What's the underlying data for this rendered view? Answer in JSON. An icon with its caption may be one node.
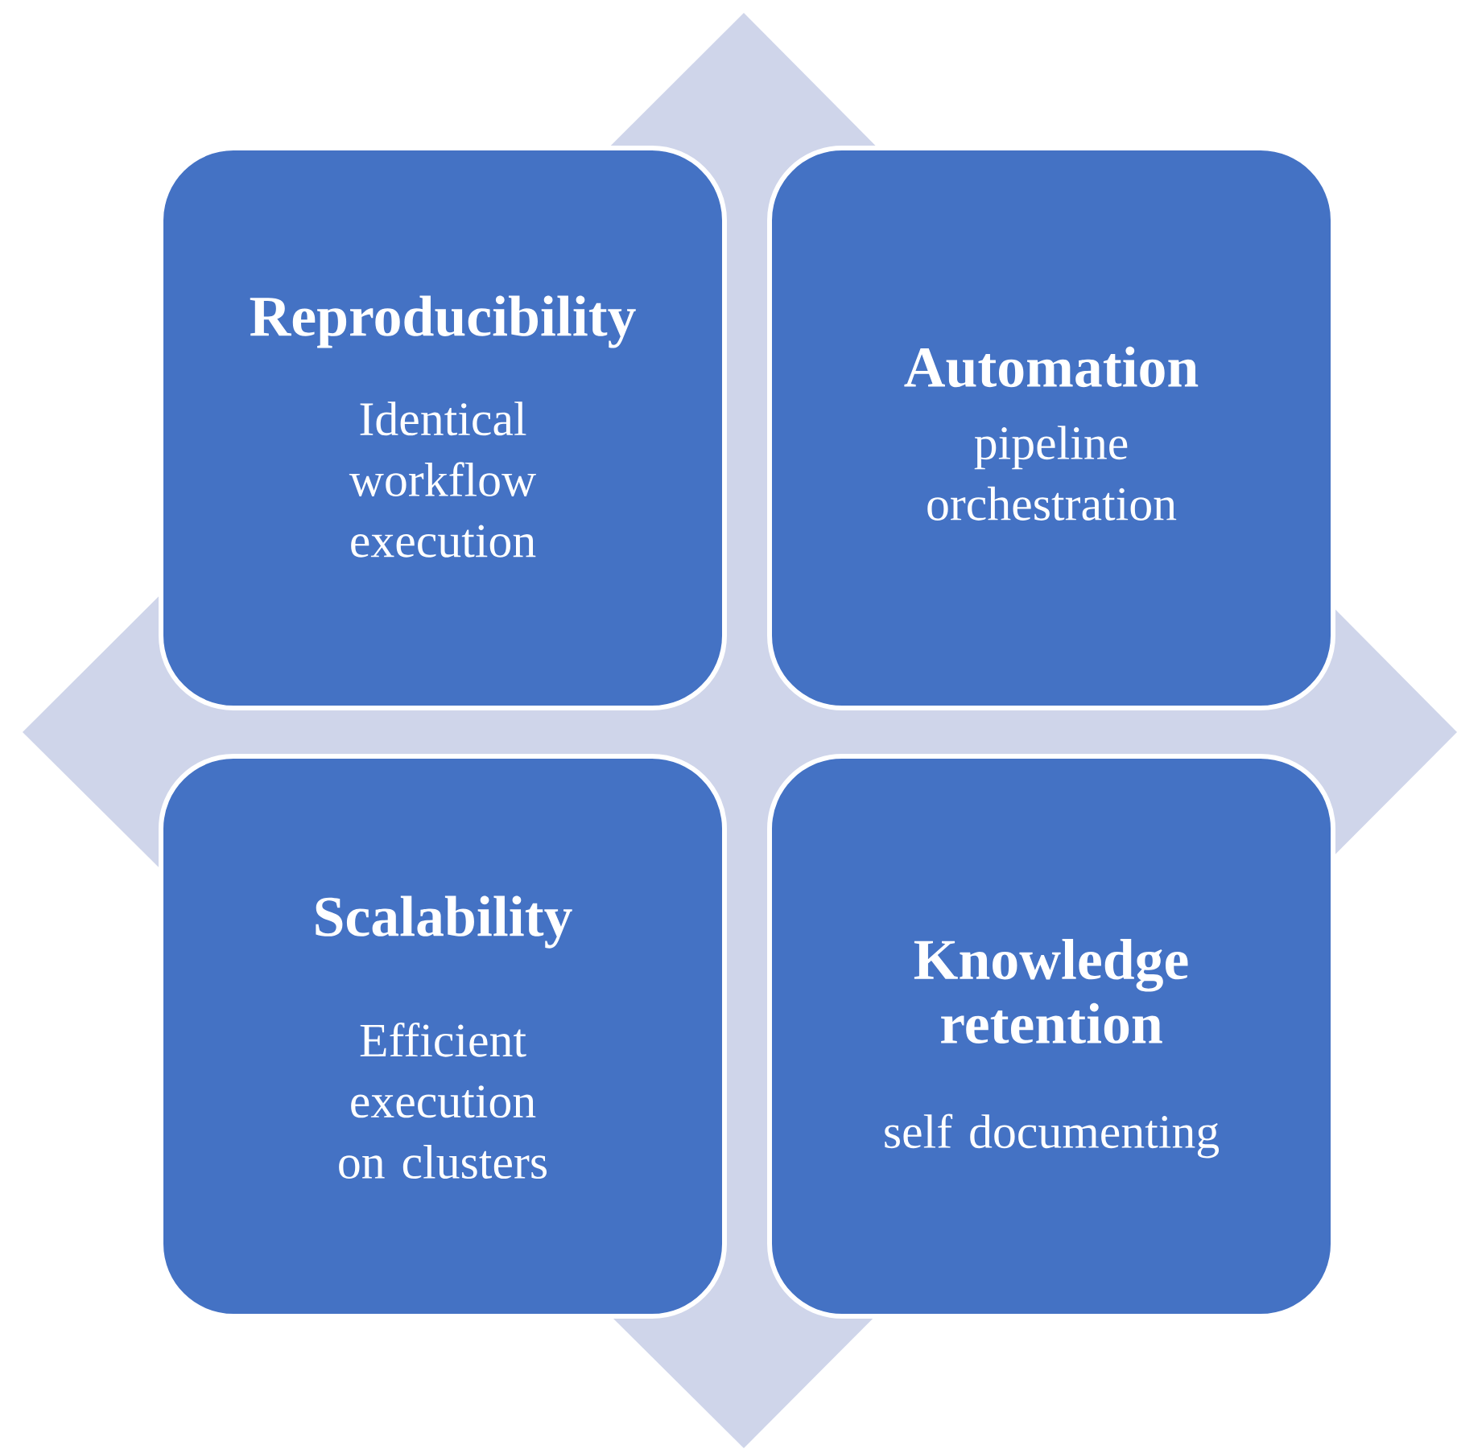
{
  "diagram": {
    "nodes": [
      {
        "text": [
          "Reproducibility",
          "Identical workflow execution"
        ]
      },
      {
        "text": [
          "Automation",
          "pipeline orchestration"
        ]
      },
      {
        "text": [
          "Scalability",
          "Efficient execution on clusters"
        ]
      },
      {
        "text": [
          "Knowledge retention",
          "self documenting"
        ]
      }
    ]
  }
}
